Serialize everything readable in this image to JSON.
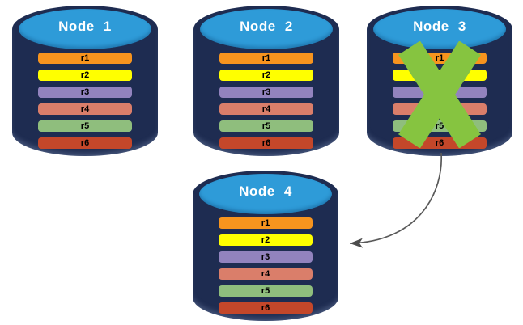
{
  "nodes": [
    {
      "title": "Node 1",
      "failed": false
    },
    {
      "title": "Node 2",
      "failed": false
    },
    {
      "title": "Node 3",
      "failed": true
    },
    {
      "title": "Node 4",
      "failed": false
    }
  ],
  "rows": [
    {
      "label": "r1",
      "color": "#F7941E"
    },
    {
      "label": "r2",
      "color": "#FFFF00"
    },
    {
      "label": "r3",
      "color": "#9283BE"
    },
    {
      "label": "r4",
      "color": "#DA7E6A"
    },
    {
      "label": "r5",
      "color": "#8FBE7D"
    },
    {
      "label": "r6",
      "color": "#C4472A"
    }
  ],
  "arrow": {
    "from": "Node 3",
    "to": "Node 4"
  },
  "icons": {
    "failure_x": {
      "name": "x-cross-icon",
      "color": "#86C440"
    }
  },
  "colors": {
    "background": "#FFFFFF",
    "cylinder_body": "#1E2C51",
    "cylinder_top": "#2E9BD8",
    "title_text": "#FFFFFF",
    "row_text": "#000000",
    "arrow": "#595959",
    "arrowhead": "#4D4D4D"
  }
}
